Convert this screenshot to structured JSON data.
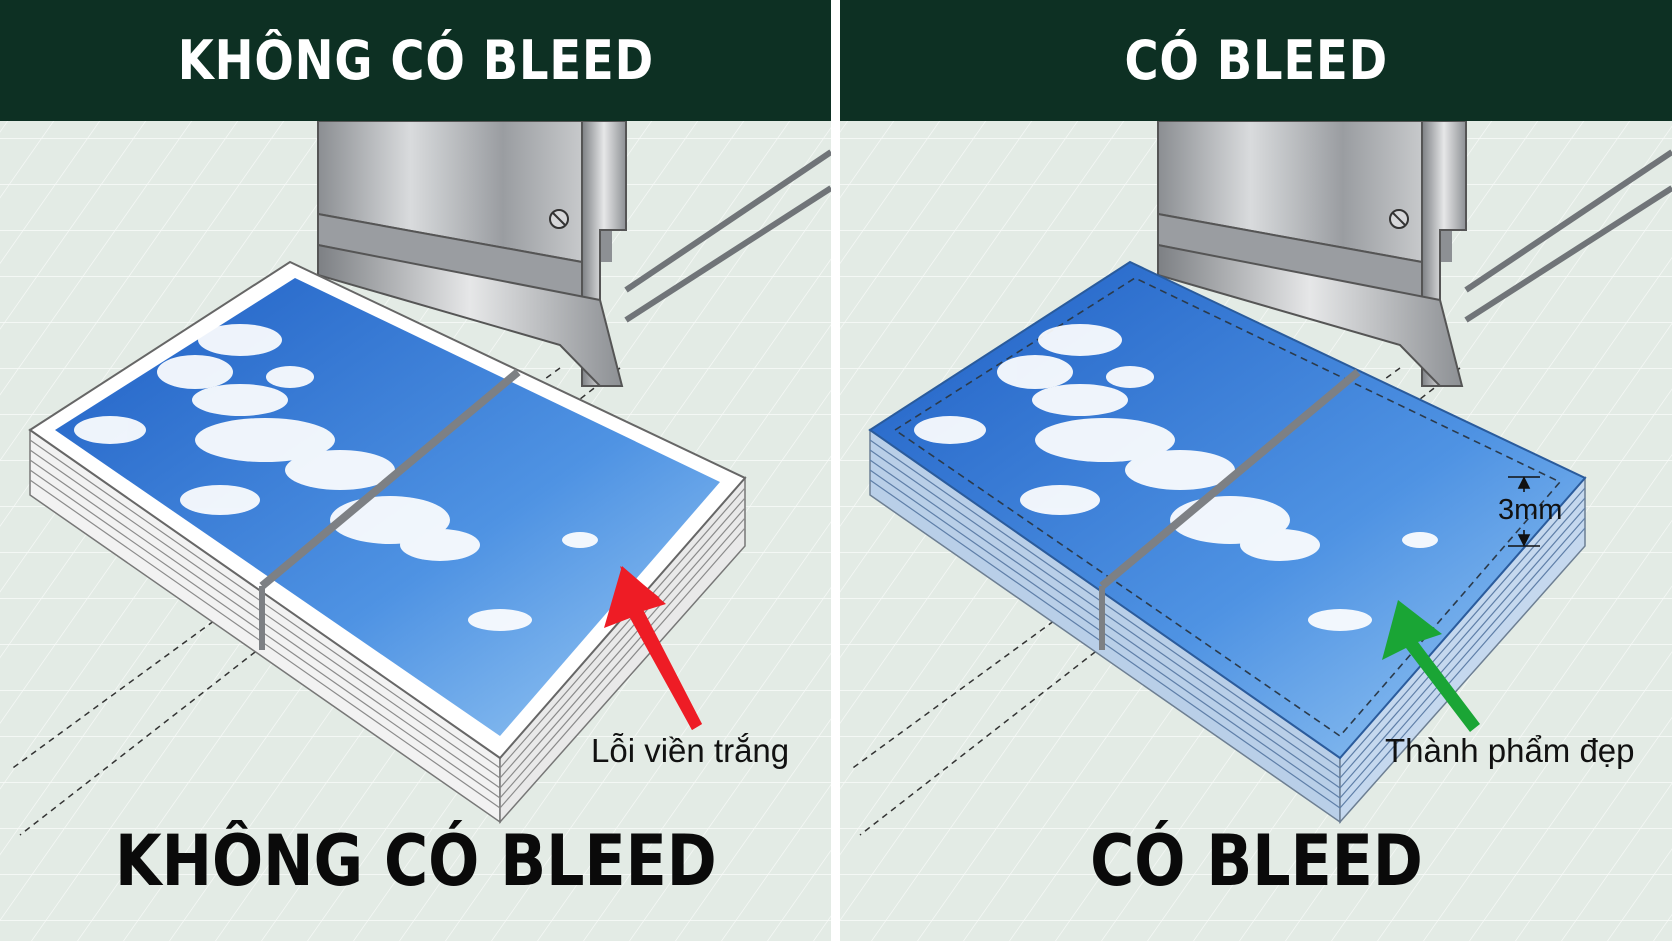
{
  "panels": {
    "left": {
      "header": "KHÔNG CÓ BLEED",
      "callout": "Lỗi viền trắng",
      "caption": "KHÔNG CÓ BLEED",
      "arrow_color": "#ee1c25"
    },
    "right": {
      "header": "CÓ BLEED",
      "callout": "Thành phẩm đẹp",
      "caption": "CÓ BLEED",
      "dimension": "3mm",
      "arrow_color": "#1aa535"
    }
  },
  "colors": {
    "header_bg": "#0d3023",
    "panel_bg": "#e3ebe5",
    "sky_top": "#1f5fc4",
    "sky_bottom": "#8fc3f3",
    "metal": "#a9acaf"
  }
}
